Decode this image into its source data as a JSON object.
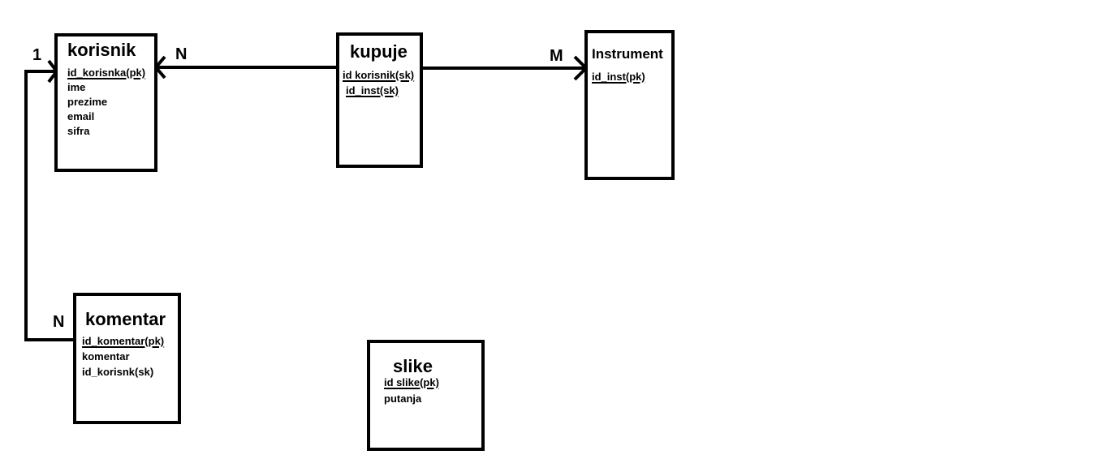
{
  "entities": {
    "korisnik": {
      "title": "korisnik",
      "attributes": [
        "id_korisnka(pk)",
        "ime",
        "prezime",
        "email",
        "sifra"
      ]
    },
    "kupuje": {
      "title": "kupuje",
      "attributes": [
        "id korisnik(sk)",
        "id_inst(sk)"
      ]
    },
    "instrument": {
      "title": "Instrument",
      "attributes": [
        "id_inst(pk)"
      ]
    },
    "komentar": {
      "title": "komentar",
      "attributes": [
        "id_komentar(pk)",
        "komentar",
        "id_korisnk(sk)"
      ]
    },
    "slike": {
      "title": "slike",
      "attributes": [
        "id slike(pk)",
        "putanja"
      ]
    }
  },
  "relationships": {
    "korisnik_kupuje": {
      "cardinality": "N"
    },
    "kupuje_instrument": {
      "cardinality": "M"
    },
    "korisnik_komentar": {
      "from_cardinality": "1",
      "to_cardinality": "N"
    }
  },
  "colors": {
    "stroke": "#000000",
    "background": "#ffffff"
  }
}
